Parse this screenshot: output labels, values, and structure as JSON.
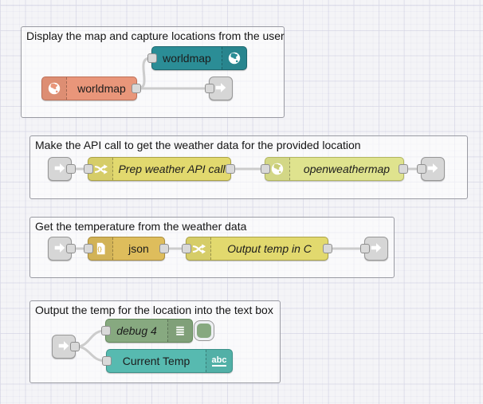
{
  "editor": {
    "kind": "flow-canvas"
  },
  "colors": {
    "canvas_bg": "#f4f4f7",
    "grid_line": "#e4e4ee",
    "group_border": "#999aa2",
    "wire": "#8f8f8f",
    "port_fill": "#d9d9d9",
    "worldmap_in_node": "#2B8D96",
    "worldmap_out_node": "#E9967A",
    "link_node": "#d6d6d6",
    "change_node": "#E2D96E",
    "openweathermap_node": "#DFE38E",
    "json_node": "#DEBD5C",
    "debug_node": "#87A980",
    "ui_text_node": "#57BAB0"
  },
  "groups": [
    {
      "title": "Display the map and capture locations from the user",
      "nodes": [
        {
          "label": "worldmap",
          "icon": "globe-icon"
        },
        {
          "label": "worldmap",
          "icon": "globe-icon"
        },
        {
          "label": "",
          "icon": "link-arrow-icon"
        }
      ]
    },
    {
      "title": "Make the API call to get the weather data for the provided location",
      "nodes": [
        {
          "label": "",
          "icon": "link-arrow-icon"
        },
        {
          "label": "Prep weather API call",
          "icon": "shuffle-icon"
        },
        {
          "label": "openweathermap",
          "icon": "globe-icon"
        },
        {
          "label": "",
          "icon": "link-arrow-icon"
        }
      ]
    },
    {
      "title": "Get the temperature from the weather data",
      "nodes": [
        {
          "label": "",
          "icon": "link-arrow-icon"
        },
        {
          "label": "json",
          "icon": "json-braces-icon"
        },
        {
          "label": "Output temp in C",
          "icon": "shuffle-icon"
        },
        {
          "label": "",
          "icon": "link-arrow-icon"
        }
      ]
    },
    {
      "title": "Output the temp for the location into the text box",
      "nodes": [
        {
          "label": "",
          "icon": "link-arrow-icon"
        },
        {
          "label": "debug 4",
          "icon": "debug-list-icon"
        },
        {
          "label": "Current Temp",
          "icon": "abc-icon",
          "icon_text": "abc"
        }
      ]
    }
  ]
}
